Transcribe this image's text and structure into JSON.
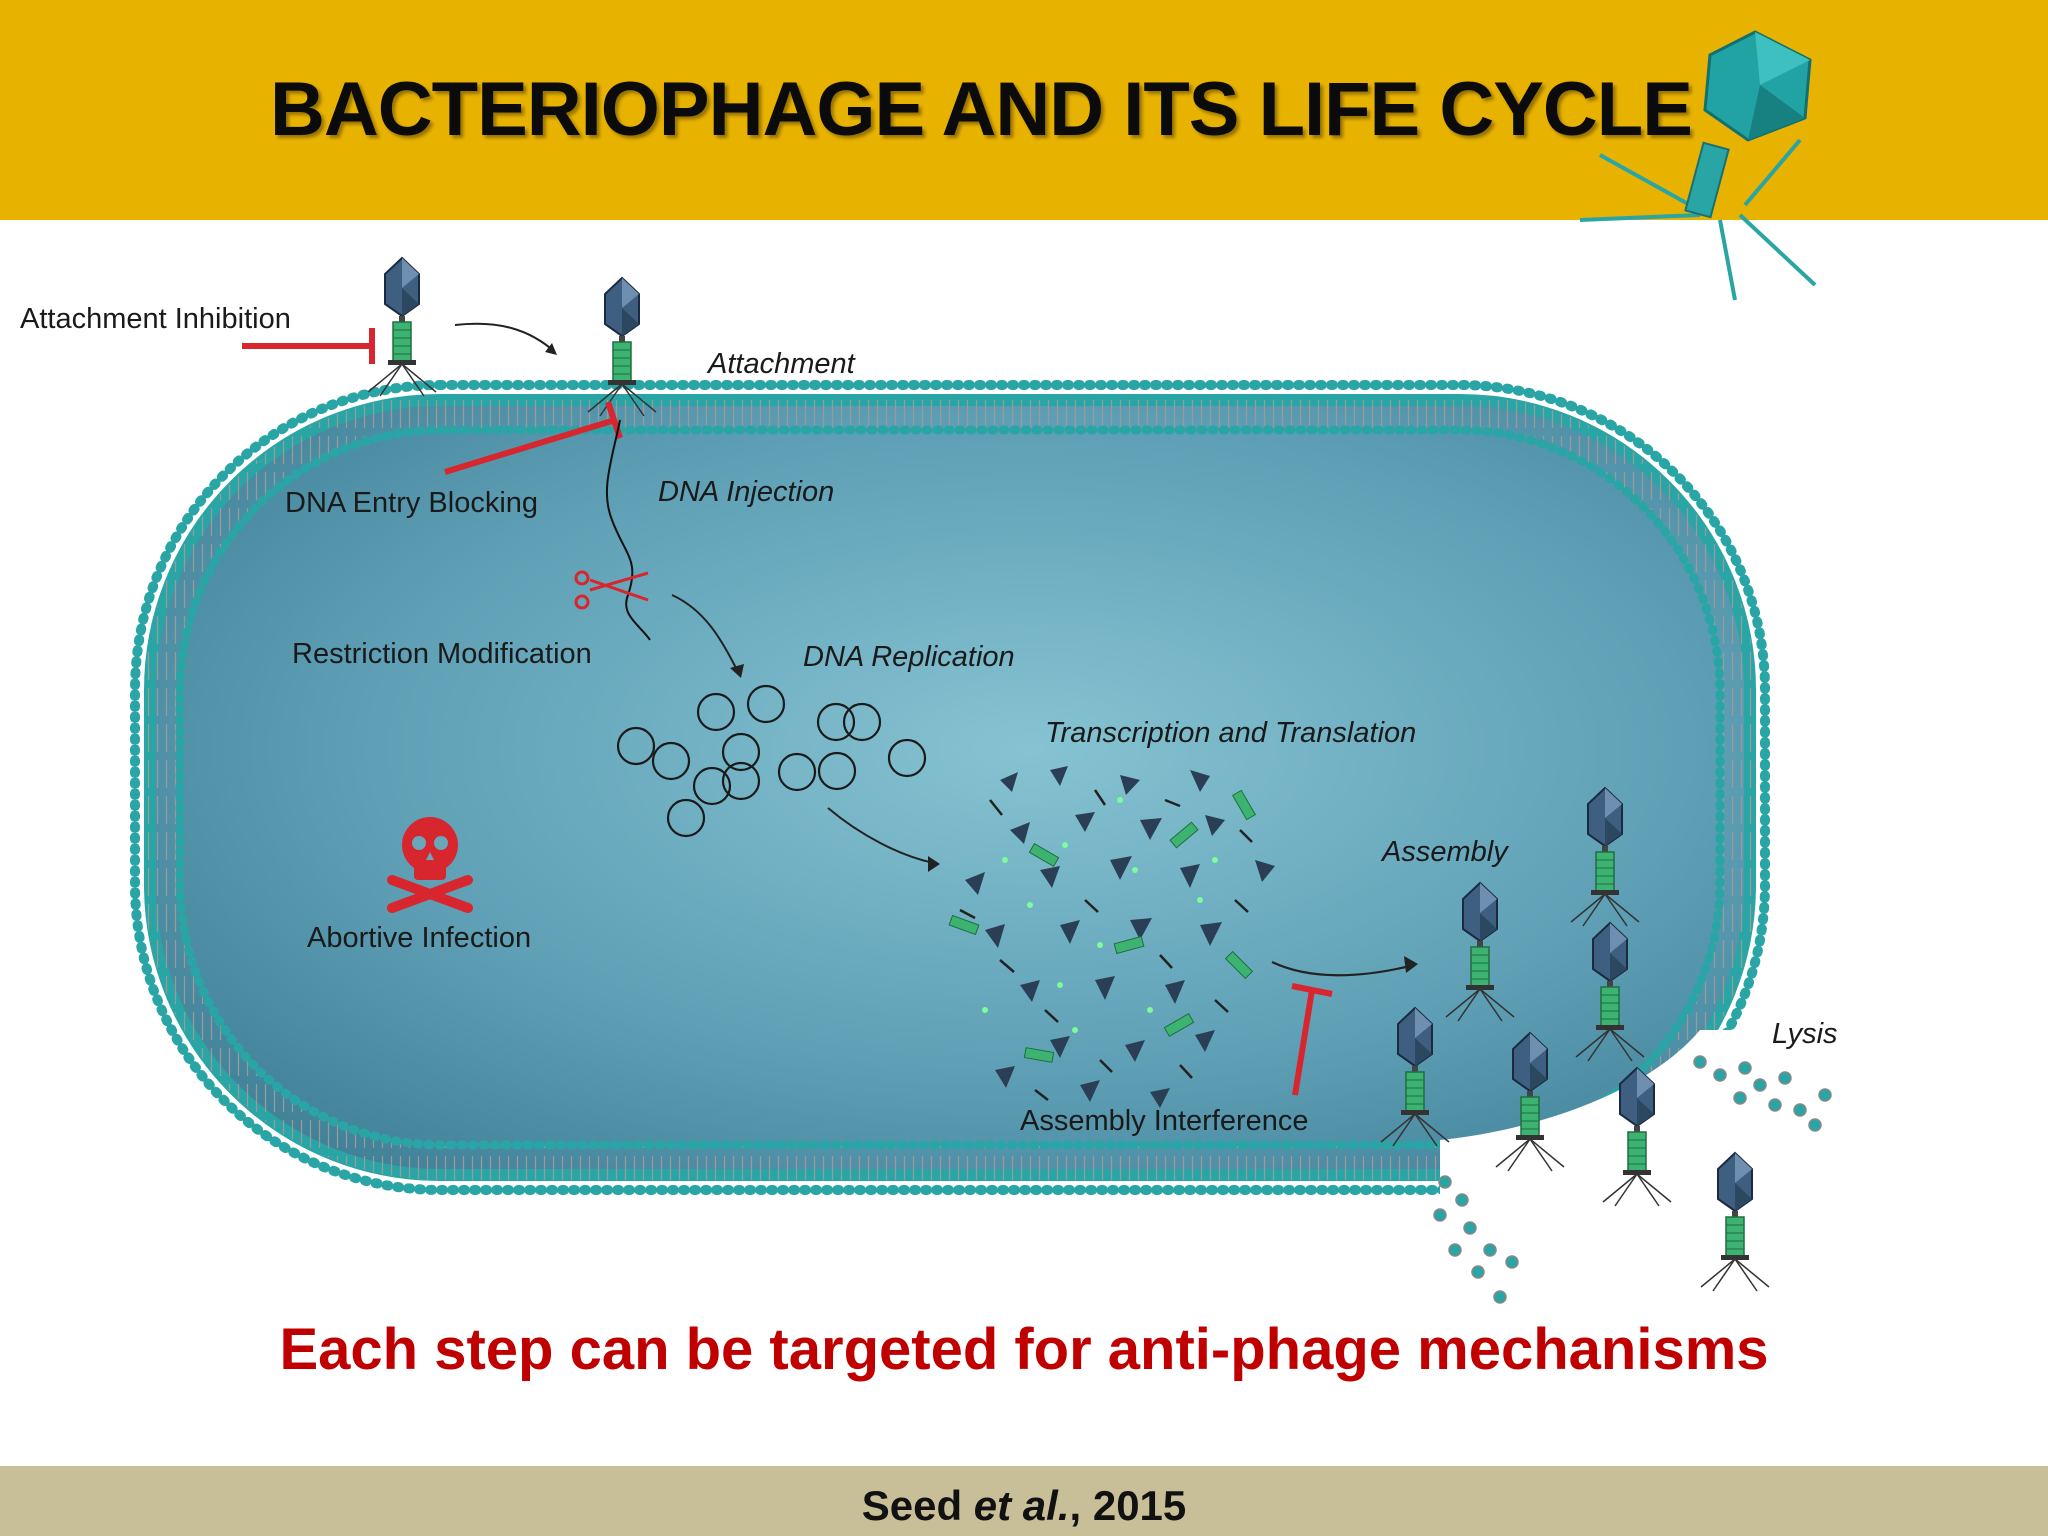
{
  "slide": {
    "title": "BACTERIOPHAGE AND ITS LIFE CYCLE",
    "message": "Each step can be targeted for anti-phage mechanisms",
    "citation": {
      "author": "Seed",
      "etal": "et al.",
      "year": ", 2015"
    }
  },
  "labels": {
    "attachment_inhibition": "Attachment Inhibition",
    "attachment": "Attachment",
    "dna_entry_blocking": "DNA Entry Blocking",
    "dna_injection": "DNA Injection",
    "restriction_modification": "Restriction Modification",
    "dna_replication": "DNA Replication",
    "transcription_translation": "Transcription and Translation",
    "abortive_infection": "Abortive Infection",
    "assembly": "Assembly",
    "assembly_interference": "Assembly Interference",
    "lysis": "Lysis"
  },
  "colors": {
    "header": "#E8B200",
    "footer": "#C8BE98",
    "cell": "#5E9FB5",
    "membrane": "#2AA5A5",
    "inhibitor": "#D7262E",
    "message": "#C00000"
  },
  "icons": [
    "bacteriophage-icon",
    "scissors-icon",
    "skull-crossbones-icon",
    "inhibition-arrow-icon"
  ]
}
